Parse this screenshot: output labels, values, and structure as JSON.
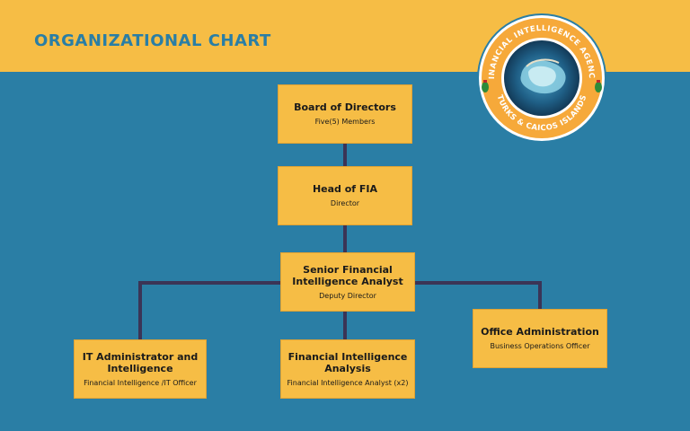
{
  "page": {
    "title": "ORGANIZATIONAL CHART"
  },
  "colors": {
    "header": "#f6bd45",
    "background": "#2a7ea5",
    "connector": "#3b3456",
    "box": "#f6bd45"
  },
  "nodes": {
    "board": {
      "title": "Board of Directors",
      "subtitle": "Five(5) Members"
    },
    "head": {
      "title": "Head of FIA",
      "subtitle": "Director"
    },
    "senior": {
      "title": "Senior Financial Intelligence Analyst",
      "subtitle": "Deputy Director"
    },
    "it": {
      "title": "IT Administrator and Intelligence",
      "subtitle": "Financial Intelligence /IT Officer"
    },
    "fia": {
      "title": "Financial Intelligence Analysis",
      "subtitle": "Financial Intelligence Analyst (x2)"
    },
    "office": {
      "title": "Office Administration",
      "subtitle": "Business Operations Officer"
    }
  },
  "logo": {
    "top_text": "FINANCIAL INTELLIGENCE AGENCY",
    "bottom_text": "TURKS & CAICOS ISLANDS"
  }
}
